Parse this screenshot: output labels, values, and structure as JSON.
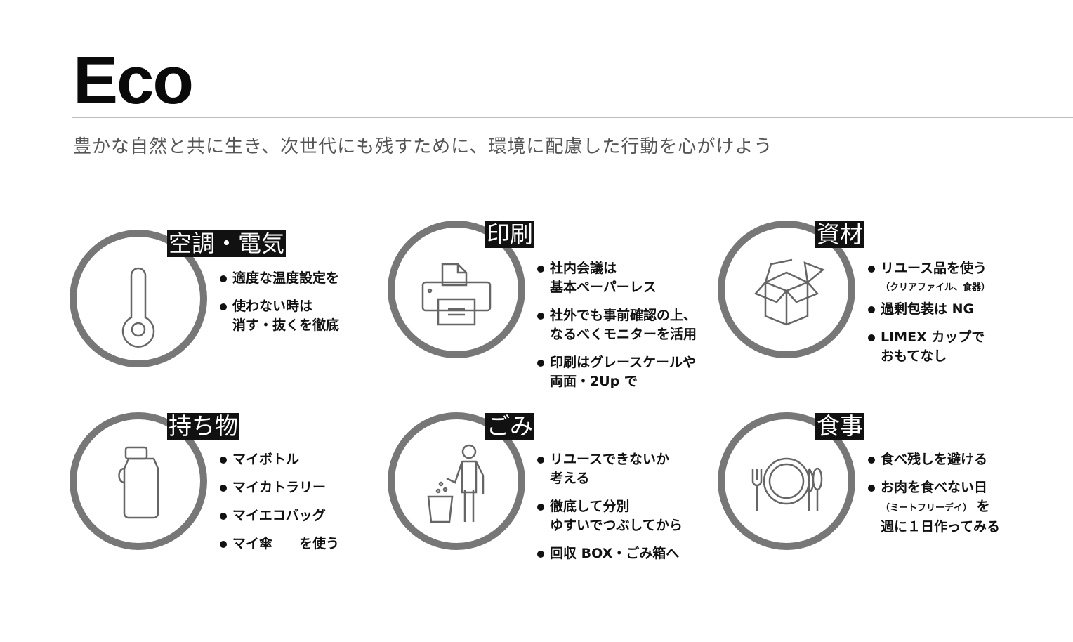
{
  "title": "Eco",
  "subtitle": "豊かな自然と共に生き、次世代にも残すために、環境に配慮した行動を心がけよう",
  "cards": [
    {
      "label": "空調・電気",
      "icon": "thermometer-icon",
      "items": [
        "適度な温度設定を",
        "使わない時は\n消す・抜くを徹底"
      ]
    },
    {
      "label": "印刷",
      "icon": "printer-icon",
      "items": [
        "社内会議は\n基本ペーパーレス",
        "社外でも事前確認の上、\nなるべくモニターを活用",
        "印刷はグレースケールや\n両面・2Up で"
      ]
    },
    {
      "label": "資材",
      "icon": "box-icon",
      "items": [
        "リユース品を使う",
        "過剰包装は NG",
        "LIMEX カップで\nおもてなし"
      ],
      "note": "（クリアファイル、食器）"
    },
    {
      "label": "持ち物",
      "icon": "bottle-icon",
      "items": [
        "マイボトル",
        "マイカトラリー",
        "マイエコバッグ",
        "マイ傘　　を使う"
      ]
    },
    {
      "label": "ごみ",
      "icon": "trash-icon",
      "items": [
        "リユースできないか\n考える",
        "徹底して分別\nゆすいでつぶしてから",
        "回収 BOX・ごみ箱へ"
      ]
    },
    {
      "label": "食事",
      "icon": "plate-icon",
      "items": [
        "食べ残しを避ける",
        "お肉を食べない日"
      ],
      "note": "（ミートフリーデイ）",
      "note_suffix": "を",
      "extra": "週に１日作ってみる"
    }
  ],
  "colors": {
    "ring": "#777777",
    "label_bg": "#111111"
  }
}
